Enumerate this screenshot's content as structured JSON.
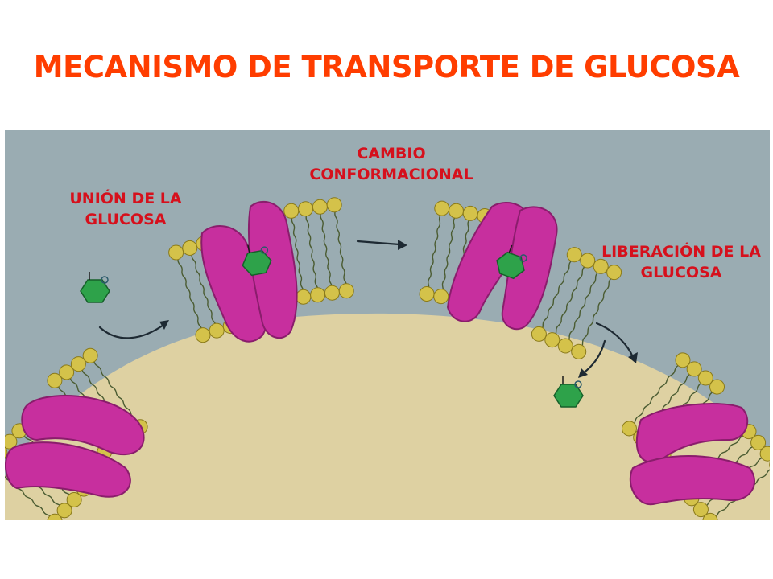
{
  "title": "MECANISMO DE TRANSPORTE DE GLUCOSA",
  "labels": {
    "binding": "UNIÓN DE LA GLUCOSA",
    "conformational_change": "CAMBIO CONFORMACIONAL",
    "release": "LIBERACIÓN DE LA GLUCOSA"
  },
  "colors": {
    "title": "#ff3d00",
    "label": "#d6101c",
    "background": "#9aacb2",
    "cytoplasm": "#ded1a2",
    "lipid_head": "#d4c24a",
    "protein": "#c72f9e",
    "glucose": "#2ea24a"
  }
}
